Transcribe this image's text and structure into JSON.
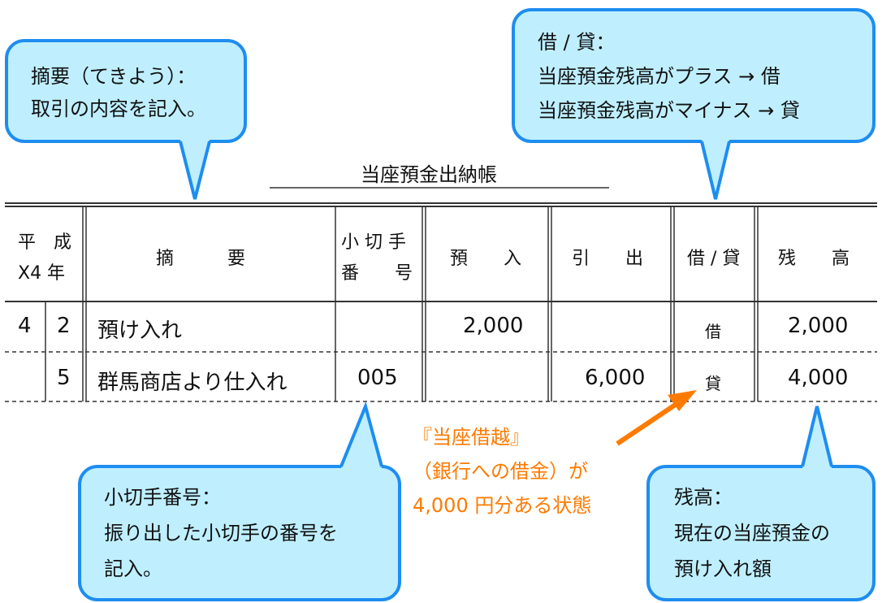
{
  "ledger_title": "当座預金出納帳",
  "headers": {
    "heisei": "平　成",
    "year": "X4 年",
    "summary": "摘　　　要",
    "check_line1": "小 切 手",
    "check_line2": "番　　号",
    "deposit": "預　　入",
    "withdraw": "引　　出",
    "dr_cr": "借 / 貸",
    "balance": "残　　高"
  },
  "rows": [
    {
      "month": "4",
      "day": "2",
      "summary": "預け入れ",
      "check_no": "",
      "deposit": "2,000",
      "withdraw": "",
      "dr_cr": "借",
      "balance": "2,000"
    },
    {
      "month": "",
      "day": "5",
      "summary": "群馬商店より仕入れ",
      "check_no": "005",
      "deposit": "",
      "withdraw": "6,000",
      "dr_cr": "貸",
      "balance": "4,000"
    }
  ],
  "callouts": {
    "summary": [
      "摘要（てきよう）：",
      "取引の内容を記入。"
    ],
    "dr_cr": [
      "借 / 貸：",
      "当座預金残高がプラス → 借",
      "当座預金残高がマイナス → 貸"
    ],
    "check": [
      "小切手番号：",
      "振り出した小切手の番号を",
      "記入。"
    ],
    "balance": [
      "残高：",
      "現在の当座預金の",
      "預け入れ額"
    ]
  },
  "note": [
    "『当座借越』",
    "（銀行への借金）が",
    "4,000 円分ある状態"
  ],
  "colors": {
    "bubble_fill": "#bfefff",
    "bubble_border": "#1e8df0",
    "accent": "#ff7a00",
    "line": "#333333"
  }
}
